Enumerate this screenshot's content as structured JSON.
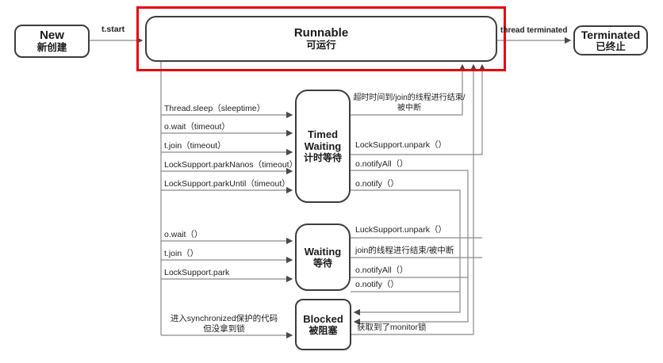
{
  "diagram": {
    "states": {
      "new": {
        "en": "New",
        "zh": "新创建"
      },
      "runnable": {
        "en": "Runnable",
        "zh": "可运行"
      },
      "terminated": {
        "en": "Terminated",
        "zh": "已终止"
      },
      "timed_waiting": {
        "en_line1": "Timed",
        "en_line2": "Waiting",
        "zh": "计时等待"
      },
      "waiting": {
        "en": "Waiting",
        "zh": "等待"
      },
      "blocked": {
        "en": "Blocked",
        "zh": "被阻塞"
      }
    },
    "transitions": {
      "t_start": "t.start",
      "thread_terminated": "thread terminated",
      "to_timed_waiting": [
        "Thread.sleep（sleeptime）",
        "o.wait（timeout）",
        "t.join（timeout）",
        "LockSupport.parkNanos（timeout）",
        "LockSupport.parkUntil（timeout）"
      ],
      "timed_waiting_timeout_line1": "超时时间到/join的线程进行结束/",
      "timed_waiting_timeout_line2": "被中断",
      "timed_waiting_unpark": "LockSupport.unpark（）",
      "timed_waiting_notify_all": "o.notifyAll（）",
      "timed_waiting_notify": "o.notify（）",
      "to_waiting": [
        "o.wait（）",
        "t.join（）",
        "LockSupport.park"
      ],
      "waiting_unpark": "LuckSupport.unpark（）",
      "waiting_join_end": "join的线程进行结束/被中断",
      "waiting_notify_all": "o.notifyAll（）",
      "waiting_notify": "o.notify（）",
      "to_blocked_line1": "进入synchronized保护的代码",
      "to_blocked_line2": "但没拿到锁",
      "blocked_to_runnable": "获取到了monitor锁"
    },
    "colors": {
      "highlight": "#e8000c",
      "line": "#8a8a8a",
      "border": "#3d3d3d"
    }
  }
}
